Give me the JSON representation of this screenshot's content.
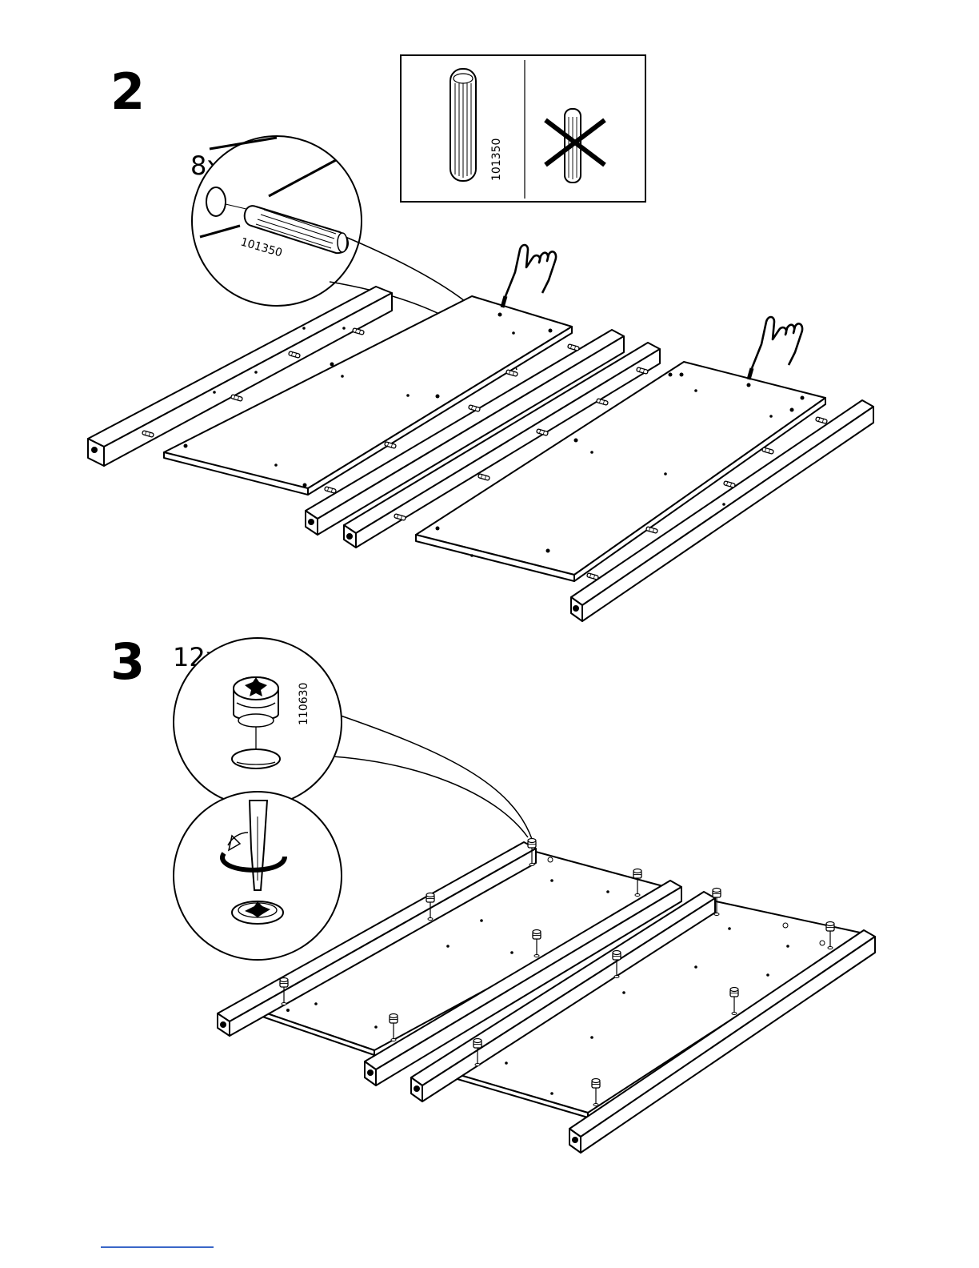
{
  "step2": {
    "number": "2",
    "quantity": "8x",
    "part_number": "101350",
    "inset_part_number": "101350"
  },
  "step3": {
    "number": "3",
    "quantity": "12x",
    "part_number": "110630"
  },
  "colors": {
    "ink": "#000000",
    "paper": "#ffffff",
    "footer_rule": "#3a66c8"
  },
  "icons": [
    "dowel-icon",
    "short-dowel-crossed-icon",
    "pointing-hand-icon",
    "cam-lock-icon",
    "screwdriver-icon",
    "rotate-arrow-icon"
  ]
}
